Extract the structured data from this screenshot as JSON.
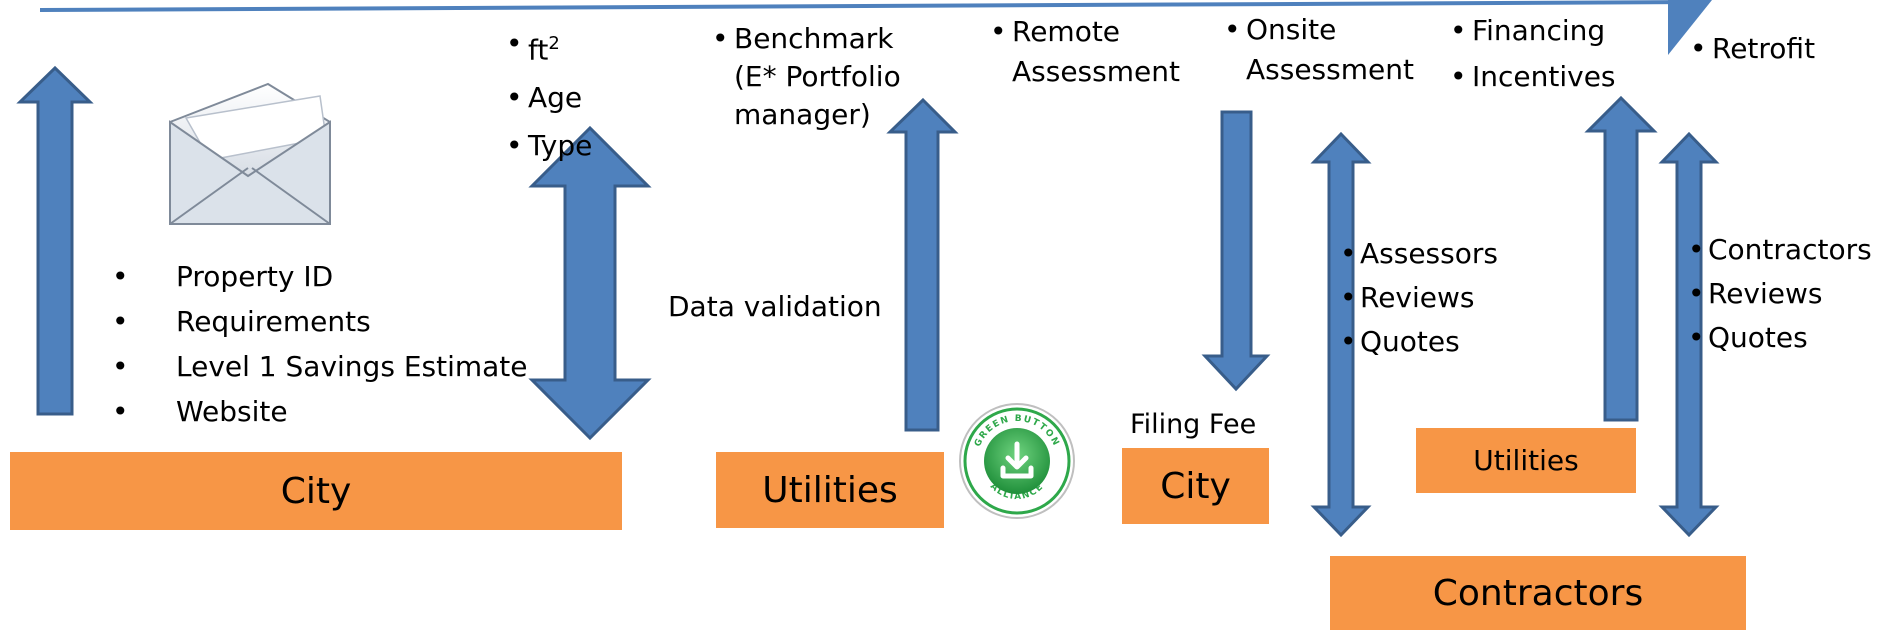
{
  "boxes": {
    "city_main": "City",
    "utilities_main": "Utilities",
    "city_fee": "City",
    "utilities_right": "Utilities",
    "contractors": "Contractors"
  },
  "property_items": [
    "Property ID",
    "Requirements",
    "Level 1 Savings Estimate",
    "Website"
  ],
  "building_attrs": {
    "area": "ft",
    "area_sup": "2",
    "age": "Age",
    "type": "Type"
  },
  "data_validation": "Data validation",
  "benchmark": {
    "line1": "Benchmark",
    "line2": "(E* Portfolio",
    "line3": "manager)"
  },
  "remote": {
    "line1": "Remote",
    "line2": "Assessment"
  },
  "onsite": {
    "line1": "Onsite",
    "line2": "Assessment"
  },
  "financing": [
    "Financing",
    "Incentives"
  ],
  "retrofit": "Retrofit",
  "filing_fee": "Filing Fee",
  "assessor_items": [
    "Assessors",
    "Reviews",
    "Quotes"
  ],
  "contractor_items": [
    "Contractors",
    "Reviews",
    "Quotes"
  ],
  "badge": {
    "top_text": "GREEN BUTTON",
    "bottom_text": "ALLIANCE"
  },
  "colors": {
    "arrow": "#4f81bd",
    "arrow_edge": "#385d8a",
    "box": "#f79646",
    "badge_green": "#2ea84a"
  }
}
